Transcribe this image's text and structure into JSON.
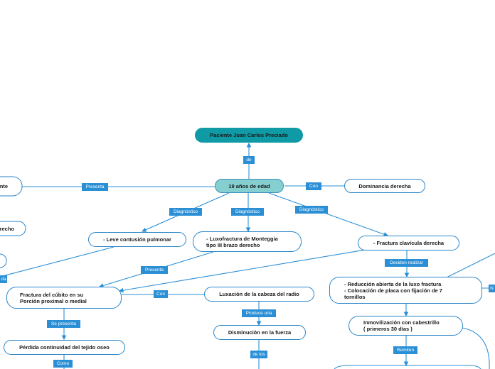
{
  "colors": {
    "link": "#2b8fd6",
    "root_fill": "#0f9aa5",
    "main_fill": "#86cfd0",
    "node_border": "#2a86c8",
    "label_fill": "#2b8fd6"
  },
  "nodes": {
    "root": "Paciente Juan Carlos Preciado",
    "age": "19 años de edad",
    "dominance": "Dominancia derecha",
    "left_cut_1": "nte",
    "left_cut_2": "recho",
    "left_cut_3": "",
    "contusion": "- Leve contusión pulmonar",
    "monteggia": "- Luxofractura de Monteggia\ntipo III  brazo derecho",
    "clavicula": "- Fractura clavícula derecha",
    "cubito": "Fractura del cúbito en su\nPorción proximal o medial",
    "luxacion": "Luxación de la cabeza del radio",
    "reduccion": "- Reducción abierta de la luxo fractura\n- Colocación de placa con fijación de 7\ntornillos",
    "fuerza": "Disminución en la fuerza",
    "inmovilizacion": "Inmovilización con cabestrillo\n( primeros 30 días )",
    "perdida": "Pérdida continuidad del tejido oseo"
  },
  "labels": {
    "de": "de",
    "con": "Con",
    "presenta_left": "Presenta",
    "diag1": "Diagnóstico",
    "diag2": "Diagnóstico",
    "diag3": "Diagnóstico",
    "left_da": "da",
    "presenta_mid": "Presenta",
    "con2": "Con",
    "deciden": "Deciden realizar",
    "produce": "Produce una",
    "de_los": "de los",
    "remiten": "Remiten",
    "se_presenta": "Se presenta",
    "como": "Como",
    "right_cut": "N"
  }
}
